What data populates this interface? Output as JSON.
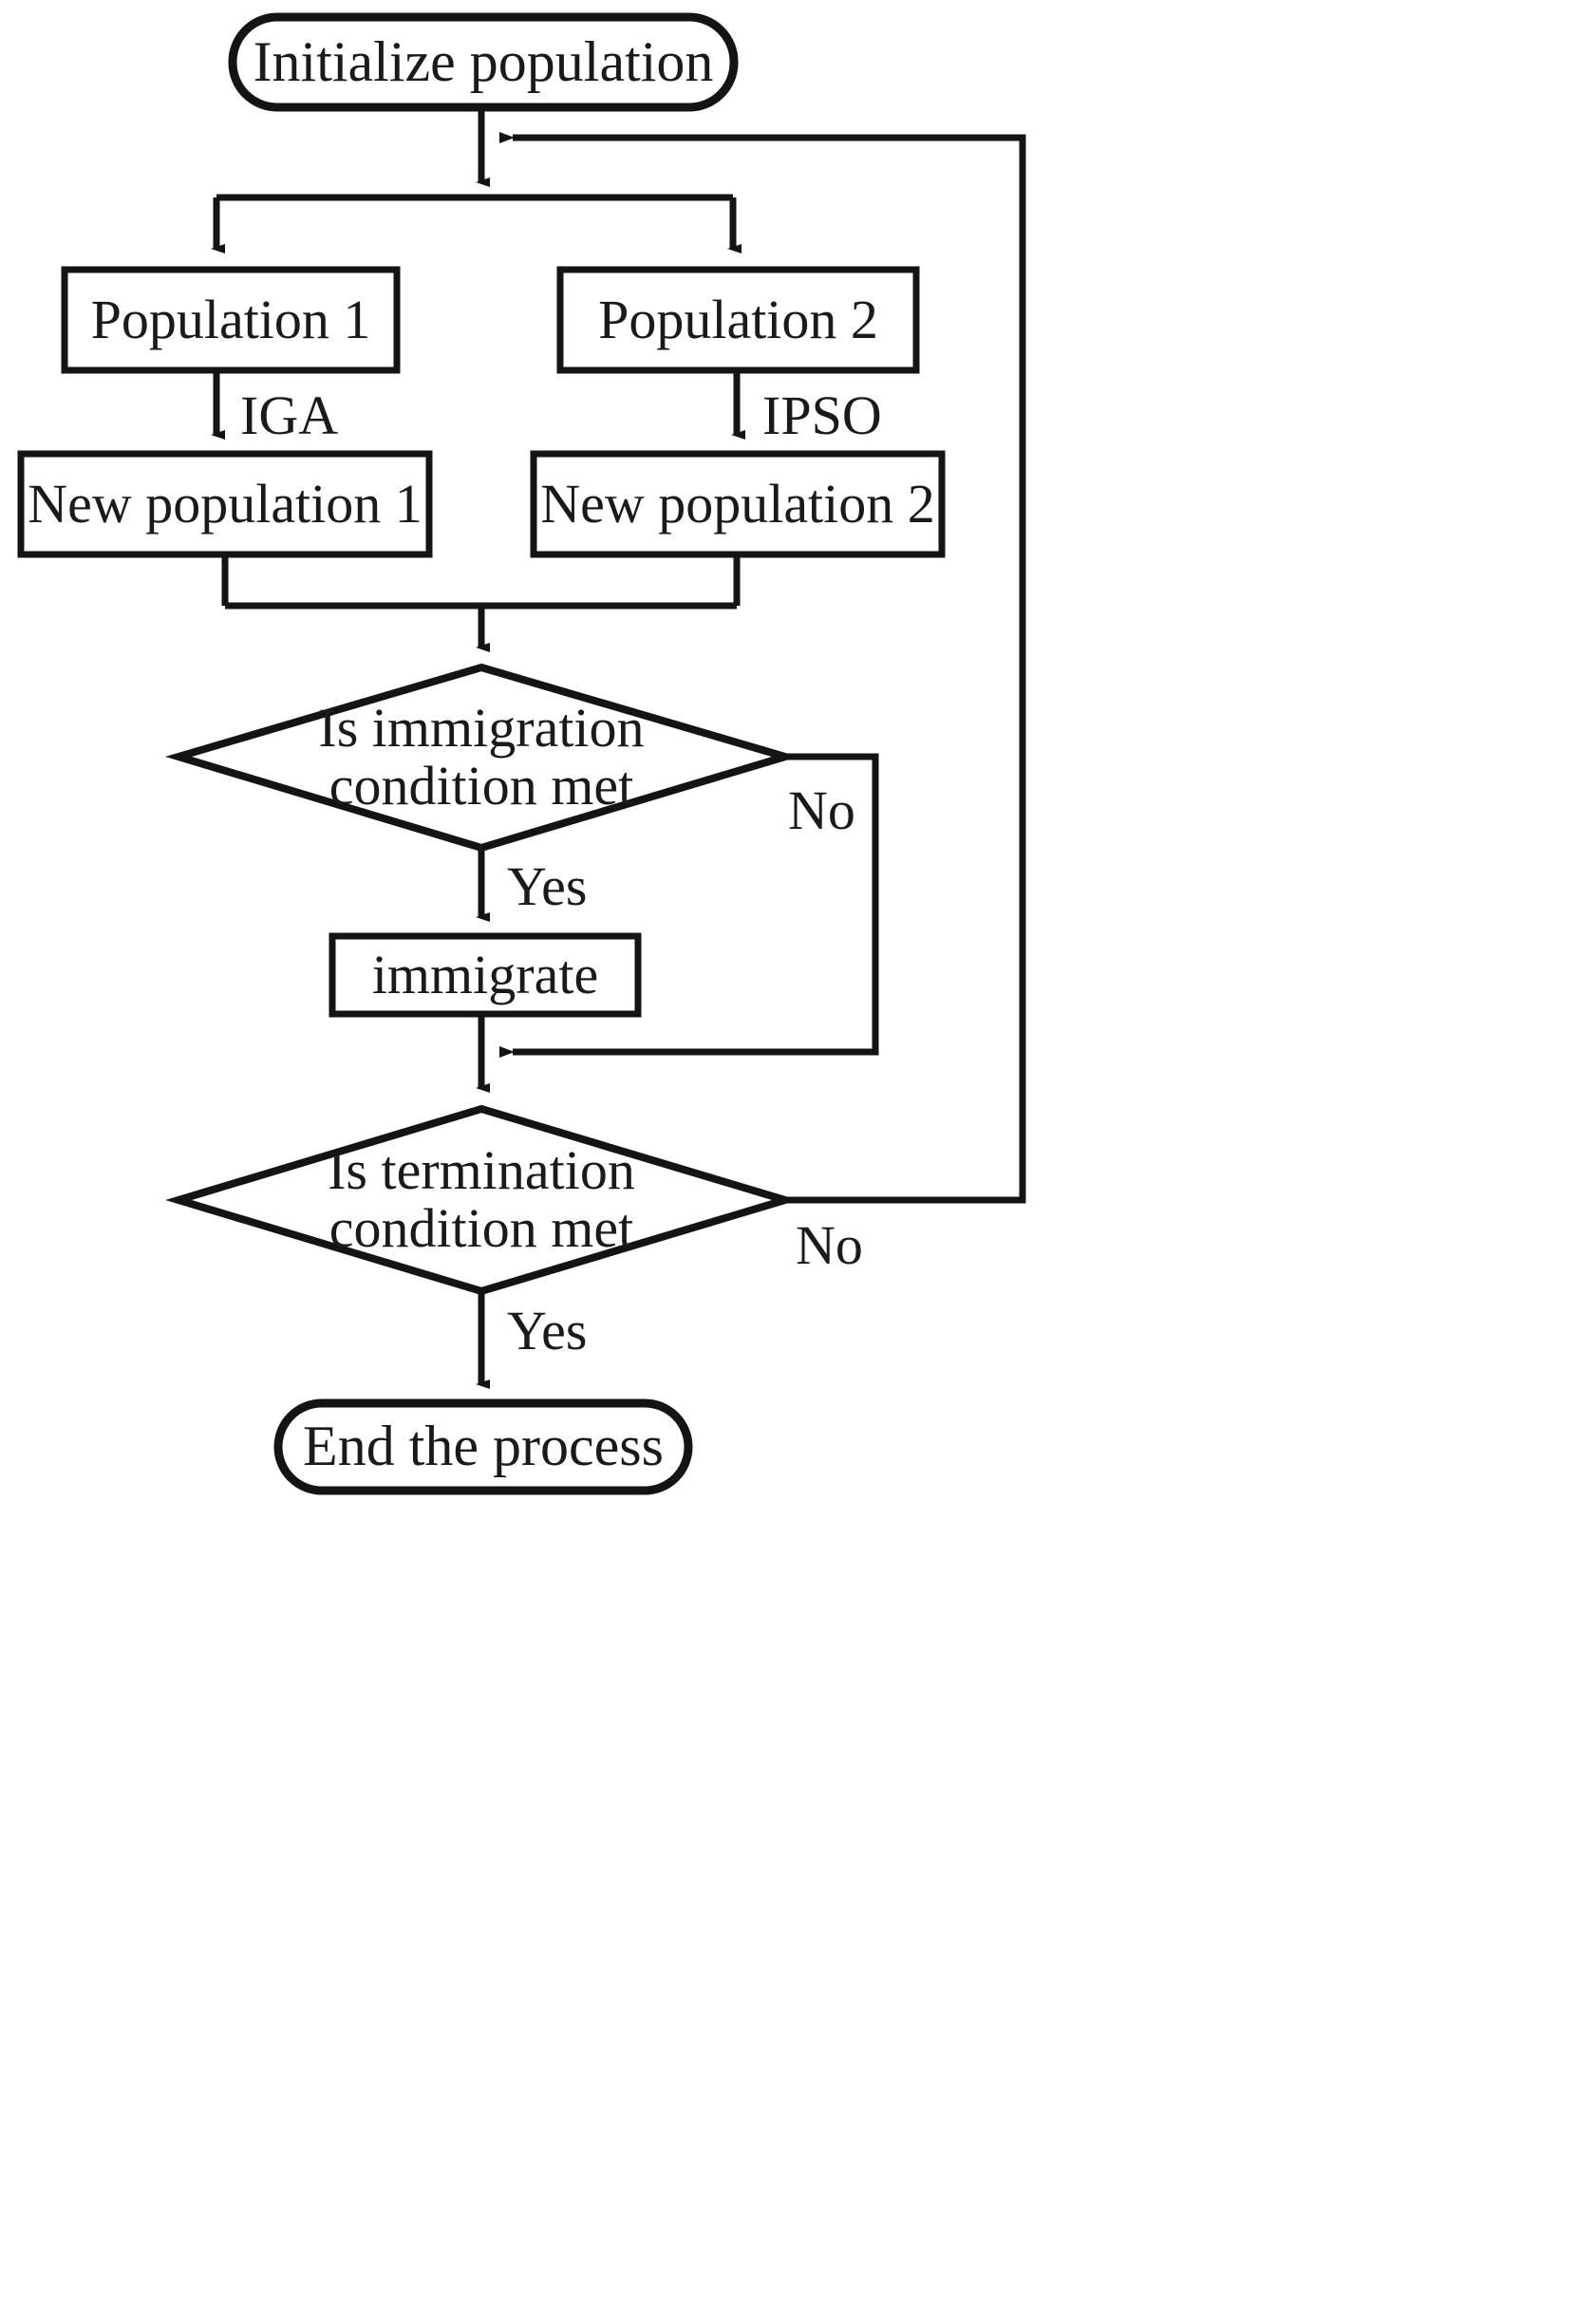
{
  "diagram": {
    "title": "Hybrid IGA-IPSO algorithm flowchart",
    "type": "flowchart",
    "stroke_color": "#141414",
    "fill_color": "#ffffff",
    "text_color": "#1a1a1a"
  },
  "nodes": {
    "start": {
      "label": "Initialize population",
      "shape": "terminal"
    },
    "population1": {
      "label": "Population 1",
      "shape": "process"
    },
    "population2": {
      "label": "Population 2",
      "shape": "process"
    },
    "new_population1": {
      "label": "New population 1",
      "shape": "process"
    },
    "new_population2": {
      "label": "New population 2",
      "shape": "process"
    },
    "immigration_decision": {
      "label": "Is immigration\ncondition  met",
      "shape": "decision"
    },
    "immigrate": {
      "label": "immigrate",
      "shape": "process"
    },
    "termination_decision": {
      "label": "Is termination\ncondition  met",
      "shape": "decision"
    },
    "end": {
      "label": "End the process",
      "shape": "terminal"
    }
  },
  "edge_labels": {
    "iga": "IGA",
    "ipso": "IPSO",
    "immigration_no": "No",
    "immigration_yes": "Yes",
    "termination_no": "No",
    "termination_yes": "Yes"
  }
}
